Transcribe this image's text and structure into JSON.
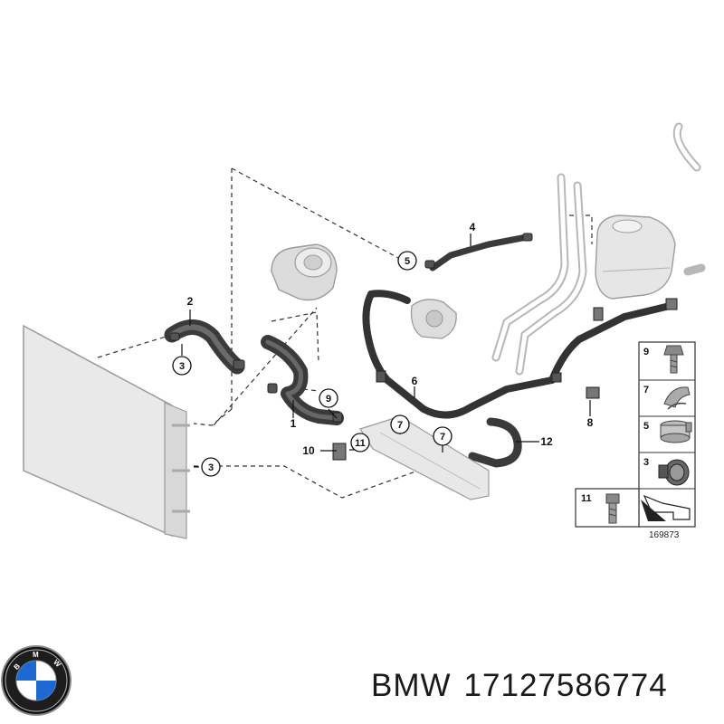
{
  "diagram": {
    "callouts": [
      "1",
      "2",
      "3",
      "3",
      "4",
      "5",
      "6",
      "7",
      "7",
      "8",
      "9",
      "10",
      "11",
      "12"
    ],
    "legend": [
      {
        "num": "9",
        "icon": "screw-icon"
      },
      {
        "num": "7",
        "icon": "clip-icon"
      },
      {
        "num": "5",
        "icon": "hose-clamp-icon"
      },
      {
        "num": "3",
        "icon": "quick-coupling-icon"
      },
      {
        "num": "11",
        "icon": "bolt-icon"
      }
    ],
    "diagram_id": "169873"
  },
  "logo": {
    "text": "BMW",
    "colors": {
      "blue": "#1c69d4",
      "white": "#ffffff",
      "black": "#111111"
    }
  },
  "caption": {
    "brand": "BMW",
    "part_number": "17127586774"
  }
}
